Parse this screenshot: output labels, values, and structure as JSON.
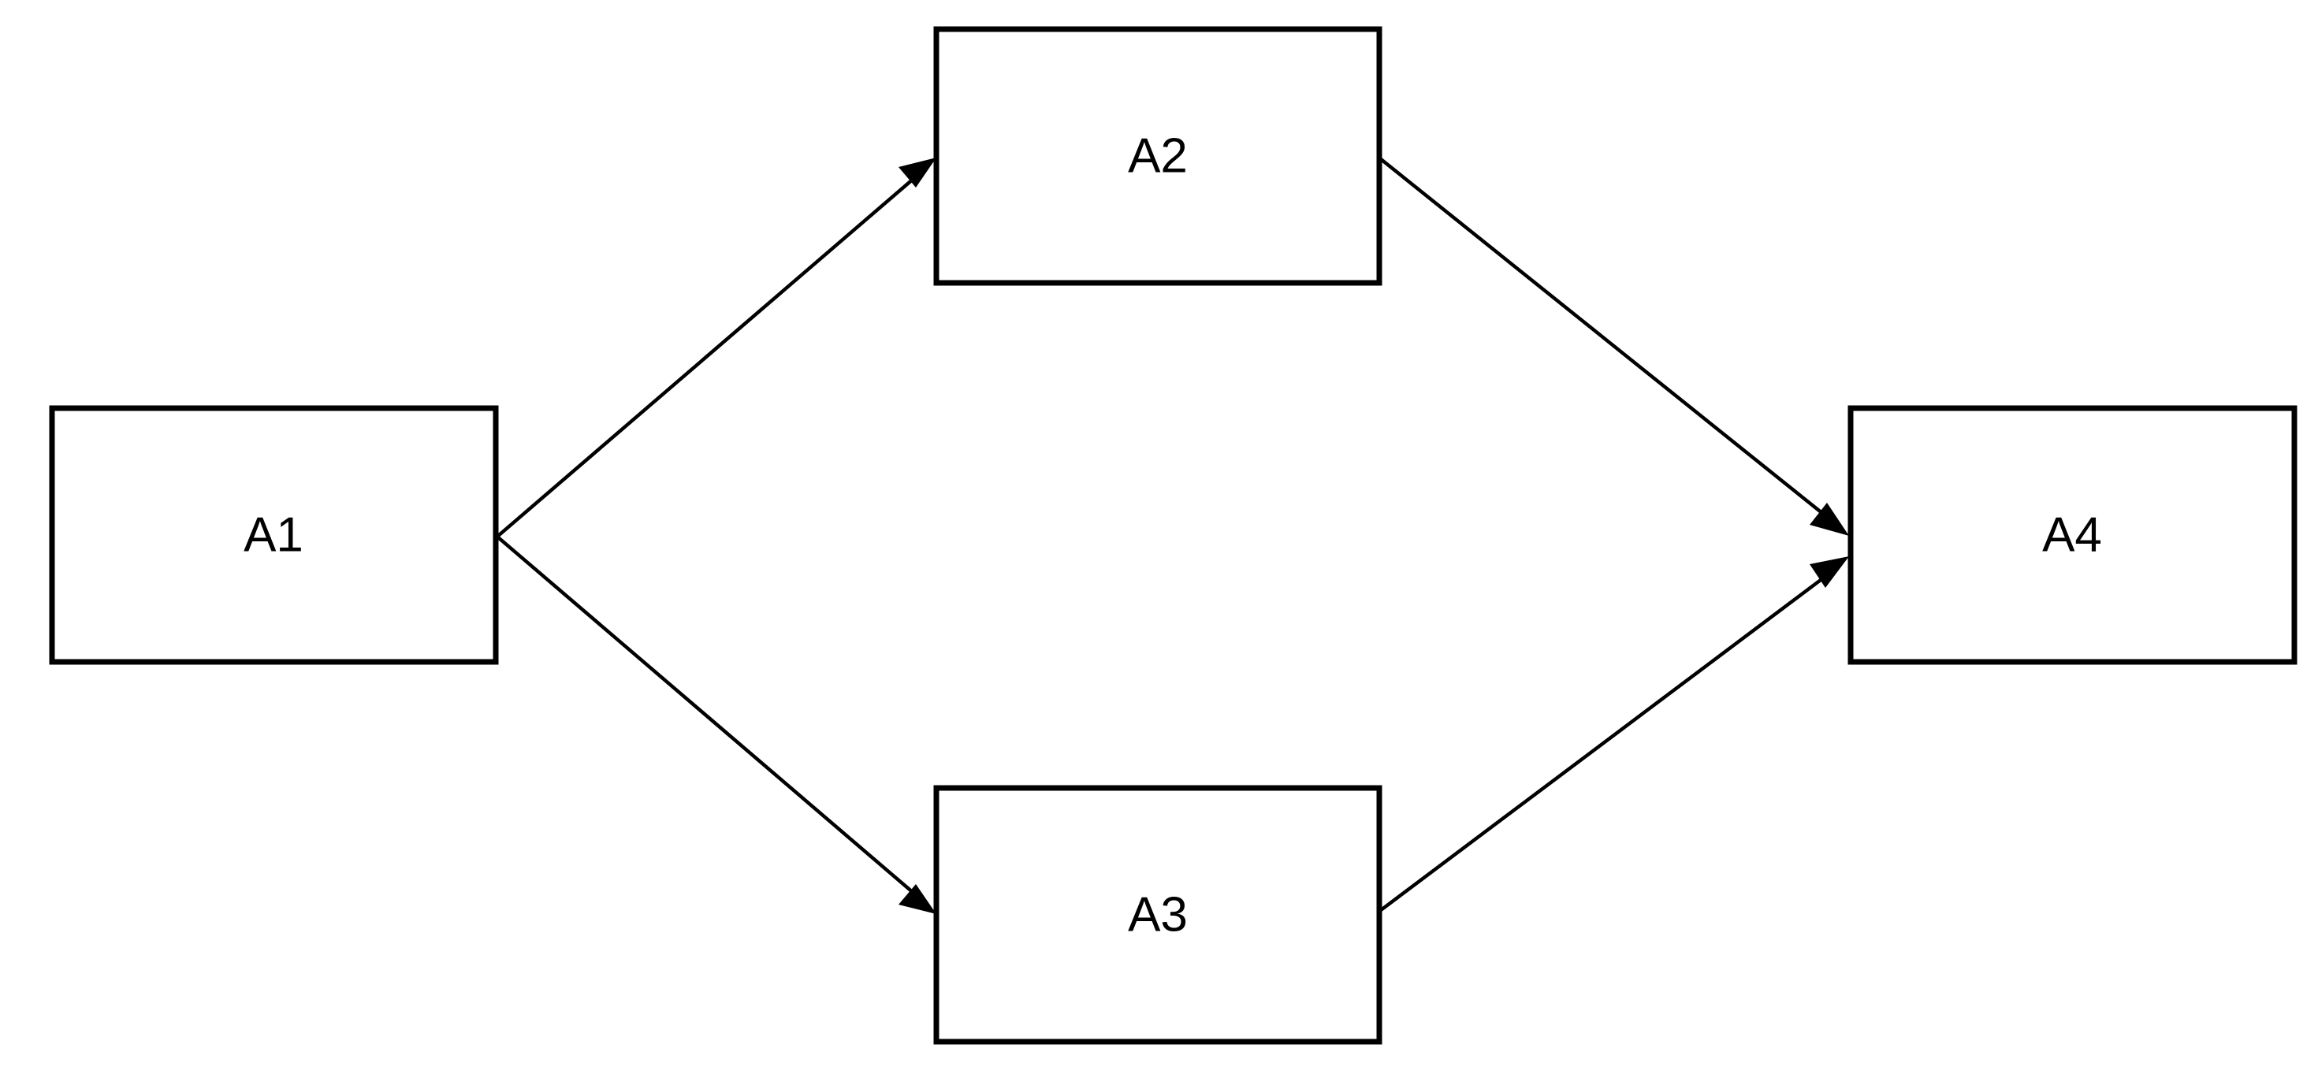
{
  "diagram": {
    "nodes": [
      {
        "id": "A1",
        "label": "A1"
      },
      {
        "id": "A2",
        "label": "A2"
      },
      {
        "id": "A3",
        "label": "A3"
      },
      {
        "id": "A4",
        "label": "A4"
      }
    ],
    "edges": [
      {
        "from": "A1",
        "to": "A2"
      },
      {
        "from": "A1",
        "to": "A3"
      },
      {
        "from": "A2",
        "to": "A4"
      },
      {
        "from": "A3",
        "to": "A4"
      }
    ],
    "colors": {
      "stroke": "#000000",
      "fill": "#ffffff"
    }
  }
}
